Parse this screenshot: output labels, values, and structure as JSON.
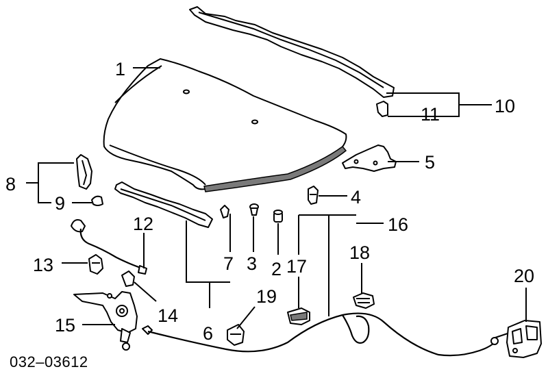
{
  "diagram_code": "032–03612",
  "callouts": {
    "c1": "1",
    "c2": "2",
    "c3": "3",
    "c4": "4",
    "c5": "5",
    "c6": "6",
    "c7": "7",
    "c8": "8",
    "c9": "9",
    "c10": "10",
    "c11": "11",
    "c12": "12",
    "c13": "13",
    "c14": "14",
    "c15": "15",
    "c16": "16",
    "c17": "17",
    "c18": "18",
    "c19": "19",
    "c20": "20"
  }
}
